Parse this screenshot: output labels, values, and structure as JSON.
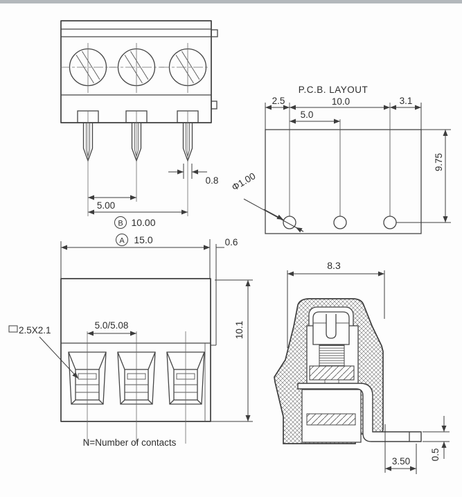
{
  "top_view": {
    "dim_pin_width": "0.8",
    "dim_pitch": "5.00",
    "ref_b": "B",
    "dim_pitch_total": "10.00",
    "ref_a": "A",
    "dim_body_width": "15.0",
    "dim_flange_offset": "0.6"
  },
  "pcb_layout": {
    "title": "P.C.B. LAYOUT",
    "dim_edge_left": "2.5",
    "dim_span": "10.0",
    "dim_edge_right": "3.1",
    "dim_half_span": "5.0",
    "dim_depth": "9.75",
    "dim_hole_dia": "Φ1.00"
  },
  "front_view": {
    "dim_pitch": "5.0/5.08",
    "dim_opening": "2.5X2.1",
    "dim_height": "10.1",
    "note": "N=Number of contacts"
  },
  "section_view": {
    "dim_width": "8.3",
    "dim_pin_offset": "3.50",
    "dim_pin_thick": "0.5"
  }
}
